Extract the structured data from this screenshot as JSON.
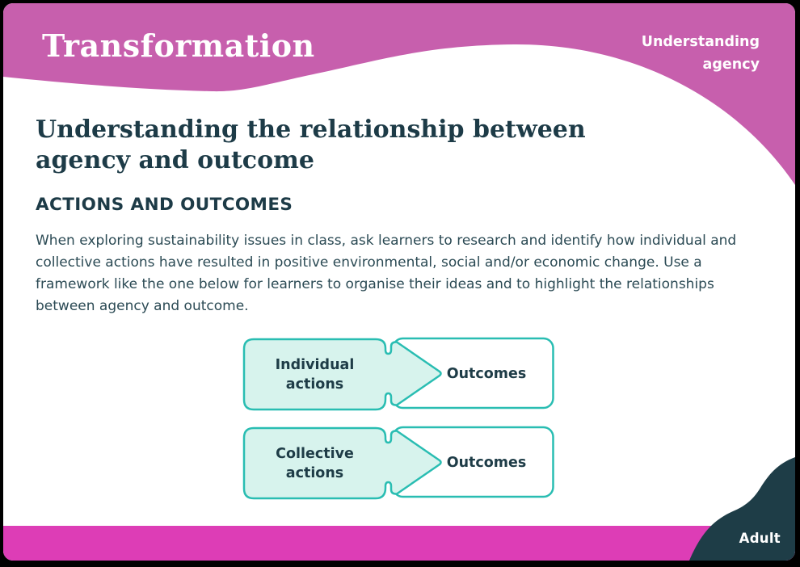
{
  "colors": {
    "pink": "#c75fad",
    "magenta": "#dd3db6",
    "teal": "#29bdb2",
    "mint": "#d7f3ed",
    "dark": "#1e3d47"
  },
  "header": {
    "brand": "Transformation",
    "topic": "Understanding agency"
  },
  "main": {
    "title": "Understanding the relationship between agency and outcome",
    "section_heading": "ACTIONS AND OUTCOMES",
    "body": "When exploring sustainability issues in class, ask learners to research and identify how individual and collective actions have resulted in positive environmental, social and/or economic change. Use a framework like the one below for learners to organise their ideas and to highlight the relationships between agency and outcome."
  },
  "diagram": {
    "rows": [
      {
        "action": "Individual\nactions",
        "outcome": "Outcomes"
      },
      {
        "action": "Collective\nactions",
        "outcome": "Outcomes"
      }
    ]
  },
  "footer": {
    "audience": "Adult"
  }
}
